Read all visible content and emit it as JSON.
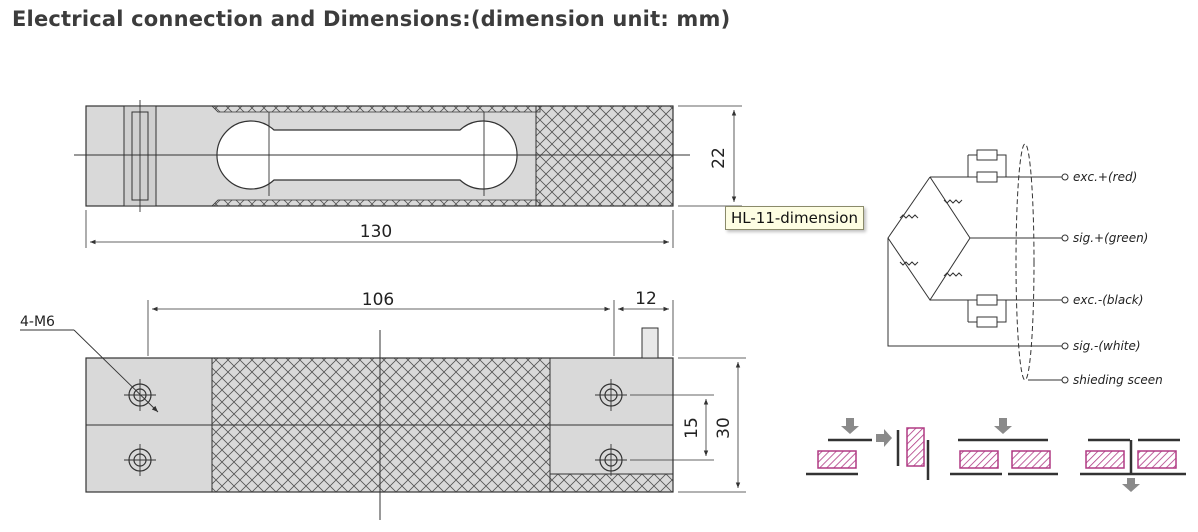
{
  "page_title": "Electrical connection and Dimensions:(dimension unit: mm)",
  "top_view": {
    "length": "130",
    "height": "22"
  },
  "side_view": {
    "hole_spacing": "106",
    "end_offset": "12",
    "hole_pitch": "15",
    "width": "30",
    "thread_label": "4-M6"
  },
  "tooltip": {
    "text": "HL-11-dimension"
  },
  "wiring": {
    "labels": [
      "exc.+(red)",
      "sig.+(green)",
      "exc.-(black)",
      "sig.-(white)",
      "shieding sceen"
    ]
  },
  "colors": {
    "load_block": "#d54fa0",
    "accent_arrow": "#8a8a8a"
  }
}
